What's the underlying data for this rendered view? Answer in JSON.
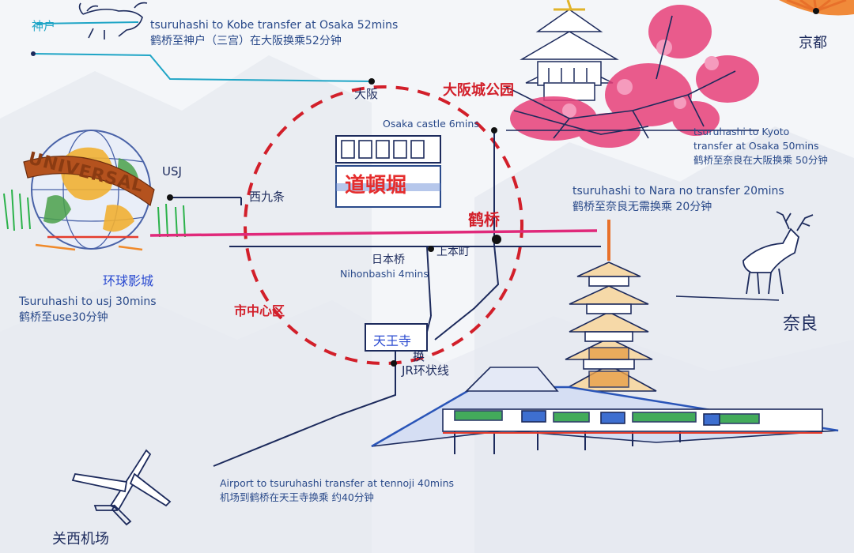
{
  "captions": {
    "kobe": {
      "en": "tsuruhashi to Kobe transfer at Osaka 52mins",
      "zh": "鹤桥至神户（三宫）在大阪换乘52分钟"
    },
    "kyoto": {
      "line1": "tsuruhashi to Kyoto",
      "line2": "transfer at Osaka 50mins",
      "zh": "鹤桥至奈良在大阪换乘 50分钟"
    },
    "nara": {
      "en": "tsuruhashi to Nara no transfer 20mins",
      "zh": "鹤桥至奈良无需换乘 20分钟"
    },
    "usj": {
      "en": "Tsuruhashi to usj 30mins",
      "zh": "鹤桥至use30分钟"
    },
    "airport": {
      "en": "Airport to tsuruhashi transfer at tennoji 40mins",
      "zh": "机场到鹤桥在天王寺换乘 约40分钟"
    },
    "osaka_castle": "Osaka castle 6mins",
    "nihonbashi": "Nihonbashi 4mins"
  },
  "hand_labels": {
    "kobe": "神户",
    "osaka": "大阪",
    "kyoto": "京都",
    "nara": "奈良",
    "usj": "USJ",
    "nishikujo": "西九条",
    "universal_city": "环球影城",
    "osaka_castle_park": "大阪城公园",
    "tsuruhashi": "鹤桥",
    "uehonmachi": "上本町",
    "nihonbashi": "日本桥",
    "tennoji": "天王寺",
    "transfer": "换",
    "jr_line": "JR环状线",
    "city_center": "市中心区",
    "dotonbori": "道頓堀",
    "kansai_airport": "关西机场",
    "universal_sign": "UNIVERSAL"
  },
  "colors": {
    "caption": "#2a4a8a",
    "nara_line": "#e0297a",
    "kobe_line": "#1fa5c6",
    "city_circle": "#d21f2a",
    "ink": "#1c2a5c",
    "sakura": "#e8407a"
  }
}
